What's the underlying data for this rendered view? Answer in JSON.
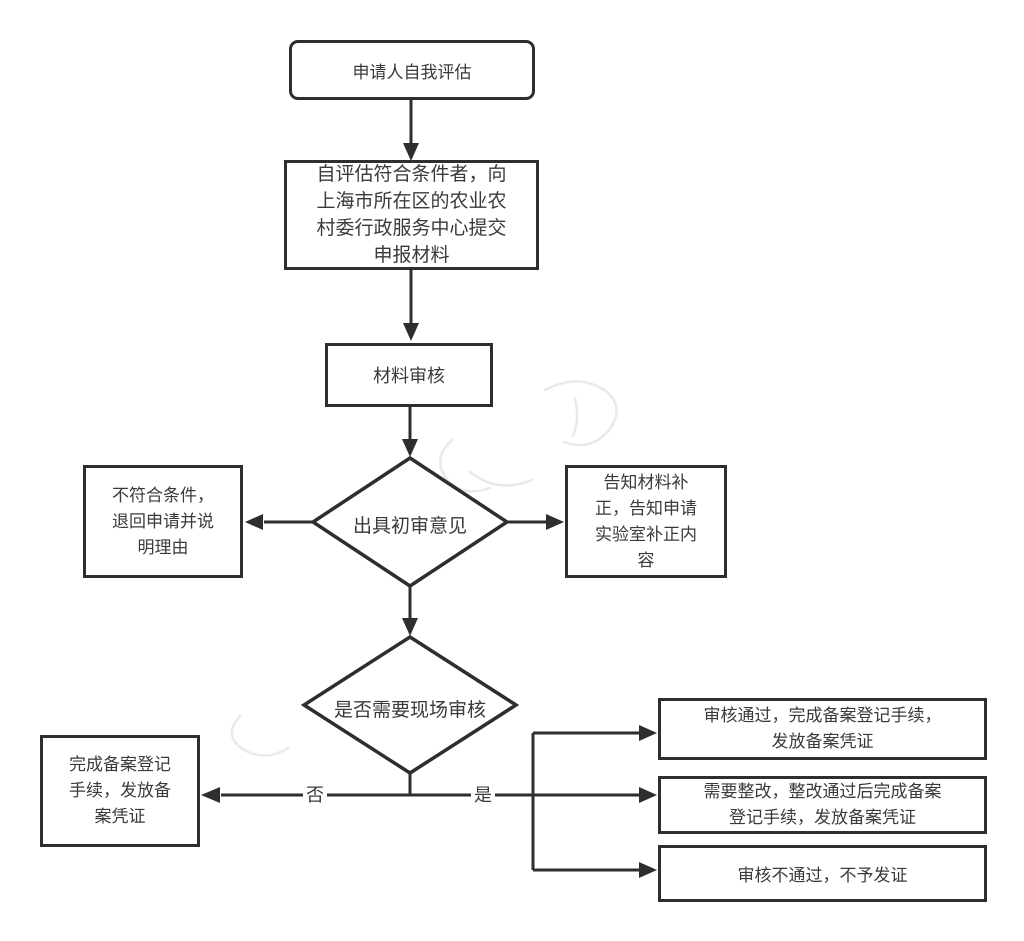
{
  "flowchart": {
    "nodes": {
      "self_assessment": "申请人自我评估",
      "submit_materials": "自评估符合条件者，向\n上海市所在区的农业农\n村委行政服务中心提交\n申报材料",
      "material_review": "材料审核",
      "preliminary_opinion": "出具初审意见",
      "not_qualified": "不符合条件，\n退回申请并说\n明理由",
      "notify_correction": "告知材料补\n正，告知申请\n实验室补正内\n容",
      "need_onsite_review": "是否需要现场审核",
      "complete_registration": "完成备案登记\n手续，发放备\n案凭证",
      "approved_issue": "审核通过，完成备案登记手续，\n发放备案凭证",
      "rectify_then_issue": "需要整改，整改通过后完成备案\n登记手续，发放备案凭证",
      "failed_no_cert": "审核不通过，不予发证"
    },
    "edge_labels": {
      "no": "否",
      "yes": "是"
    },
    "colors": {
      "line": "#2e2e2e",
      "text": "#3a3a3a",
      "background": "#ffffff",
      "watermark": "#d8d8d8"
    }
  }
}
